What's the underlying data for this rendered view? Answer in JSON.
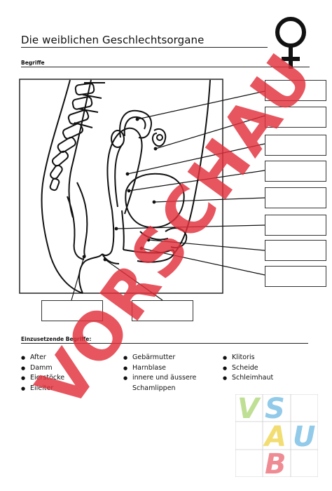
{
  "header": {
    "title": "Die weiblichen Geschlechtsorgane",
    "section_label": "Begriffe"
  },
  "figure": {
    "label_boxes_right_count": 8,
    "label_boxes_bottom_count": 2
  },
  "terms": {
    "heading": "Einzusetzende Begriffe:",
    "columns": [
      [
        "After",
        "Damm",
        "Eierstöcke",
        "Eileiter"
      ],
      [
        "Gebärmutter",
        "Harnblase",
        "innere und äussere Schamlippen"
      ],
      [
        "Klitoris",
        "Scheide",
        "Schleimhaut"
      ]
    ]
  },
  "watermark": {
    "text": "VORSCHAU",
    "color": "#e2303c"
  },
  "logo": {
    "letters": [
      "V",
      "S",
      "A",
      "U",
      "B"
    ]
  }
}
